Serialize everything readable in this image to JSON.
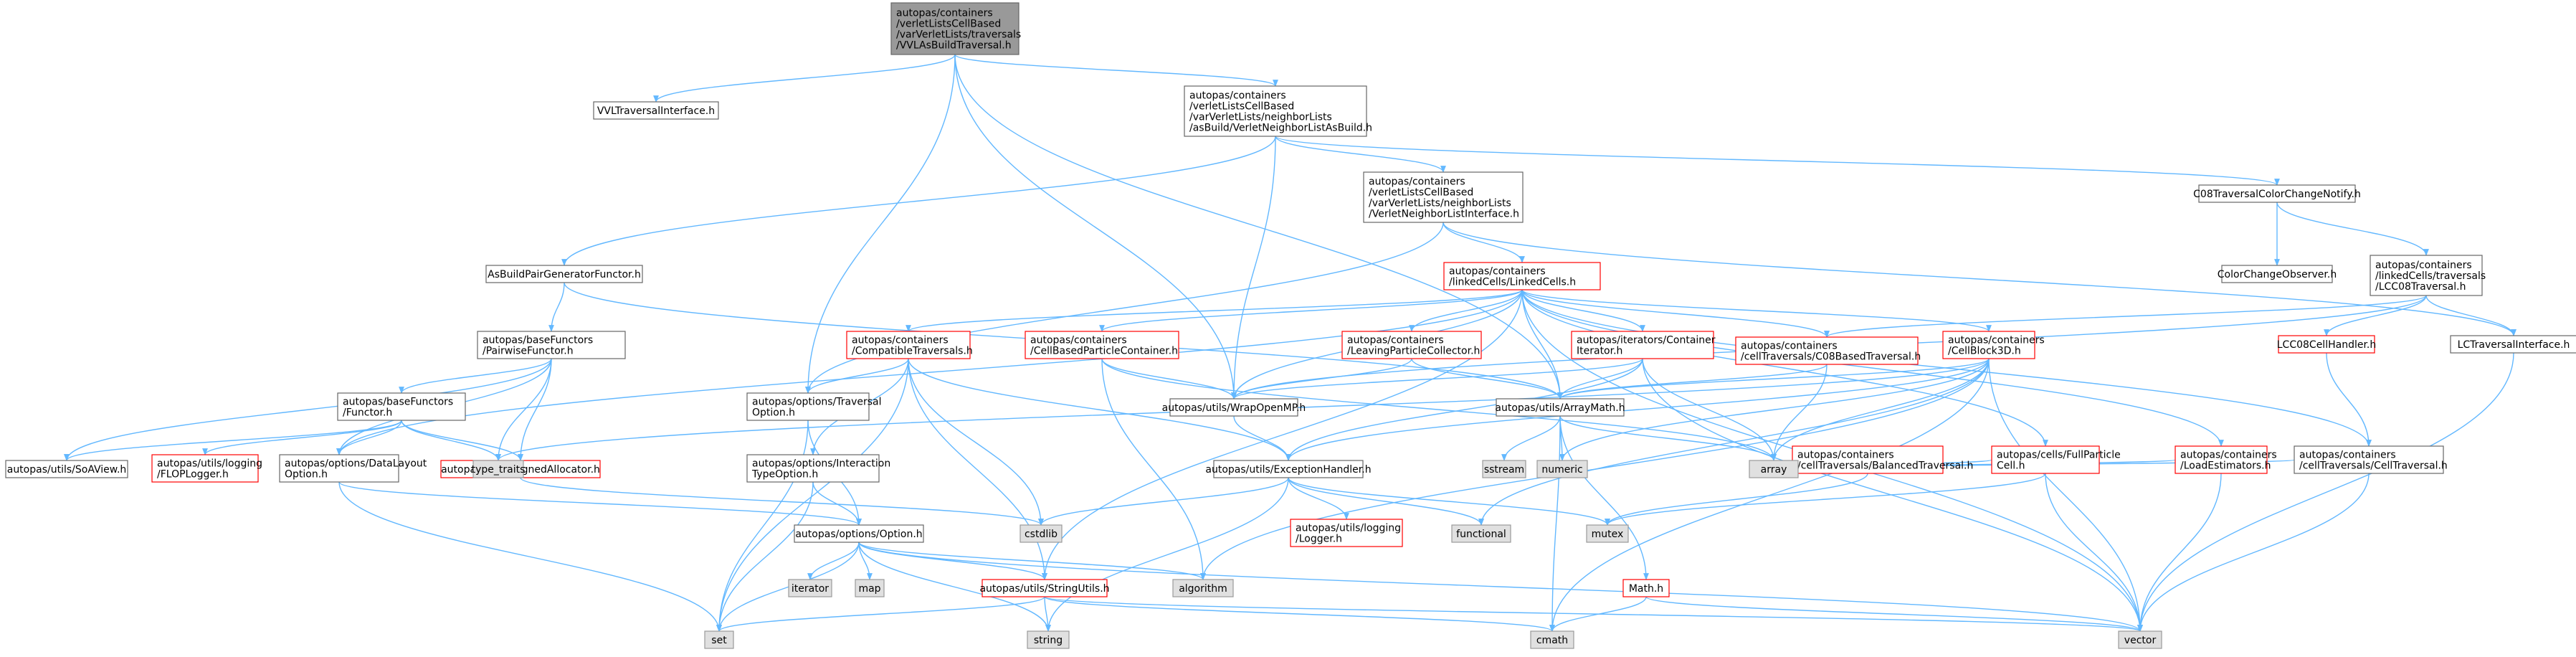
{
  "colors": {
    "edge": "#63b8ff",
    "root_fill": "#999999",
    "root_stroke": "#666666",
    "normal_fill": "#ffffff",
    "normal_stroke": "#666666",
    "truncated_stroke": "#ff0000",
    "system_fill": "#e0e0e0",
    "system_stroke": "#999999"
  },
  "nodes": [
    {
      "id": "root",
      "kind": "root",
      "lines": [
        "autopas/containers",
        "/verletListsCellBased",
        "/varVerletLists/traversals",
        "/VVLAsBuildTraversal.h"
      ]
    },
    {
      "id": "vvlti",
      "kind": "normal",
      "lines": [
        "VVLTraversalInterface.h"
      ]
    },
    {
      "id": "vnlab",
      "kind": "normal",
      "lines": [
        "autopas/containers",
        "/verletListsCellBased",
        "/varVerletLists/neighborLists",
        "/asBuild/VerletNeighborListAsBuild.h"
      ]
    },
    {
      "id": "vnli",
      "kind": "normal",
      "lines": [
        "autopas/containers",
        "/verletListsCellBased",
        "/varVerletLists/neighborLists",
        "/VerletNeighborListInterface.h"
      ]
    },
    {
      "id": "c08ccn",
      "kind": "normal",
      "lines": [
        "C08TraversalColorChangeNotify.h"
      ]
    },
    {
      "id": "cco",
      "kind": "normal",
      "lines": [
        "ColorChangeObserver.h"
      ]
    },
    {
      "id": "lc08t",
      "kind": "normal",
      "lines": [
        "autopas/containers",
        "/linkedCells/traversals",
        "/LCC08Traversal.h"
      ]
    },
    {
      "id": "abpgf",
      "kind": "normal",
      "lines": [
        "AsBuildPairGeneratorFunctor.h"
      ]
    },
    {
      "id": "lc",
      "kind": "truncated",
      "lines": [
        "autopas/containers",
        "/linkedCells/LinkedCells.h"
      ]
    },
    {
      "id": "pf",
      "kind": "normal",
      "lines": [
        "autopas/baseFunctors",
        "/PairwiseFunctor.h"
      ]
    },
    {
      "id": "ct",
      "kind": "truncated",
      "lines": [
        "autopas/containers",
        "/CompatibleTraversals.h"
      ]
    },
    {
      "id": "cbpc",
      "kind": "truncated",
      "lines": [
        "autopas/containers",
        "/CellBasedParticleContainer.h"
      ]
    },
    {
      "id": "lpc",
      "kind": "truncated",
      "lines": [
        "autopas/containers",
        "/LeavingParticleCollector.h"
      ]
    },
    {
      "id": "ici",
      "kind": "truncated",
      "lines": [
        "autopas/iterators/Container",
        "Iterator.h"
      ]
    },
    {
      "id": "c08bt",
      "kind": "truncated",
      "lines": [
        "autopas/containers",
        "/cellTraversals/C08BasedTraversal.h"
      ]
    },
    {
      "id": "cb3d",
      "kind": "truncated",
      "lines": [
        "autopas/containers",
        "/CellBlock3D.h"
      ]
    },
    {
      "id": "lc08ch",
      "kind": "truncated",
      "lines": [
        "LCC08CellHandler.h"
      ]
    },
    {
      "id": "lcti",
      "kind": "normal",
      "lines": [
        "LCTraversalInterface.h"
      ]
    },
    {
      "id": "func",
      "kind": "normal",
      "lines": [
        "autopas/baseFunctors",
        "/Functor.h"
      ]
    },
    {
      "id": "tro",
      "kind": "normal",
      "lines": [
        "autopas/options/Traversal",
        "Option.h"
      ]
    },
    {
      "id": "womp",
      "kind": "normal",
      "lines": [
        "autopas/utils/WrapOpenMP.h"
      ]
    },
    {
      "id": "am",
      "kind": "normal",
      "lines": [
        "autopas/utils/ArrayMath.h"
      ]
    },
    {
      "id": "cbt",
      "kind": "truncated",
      "lines": [
        "autopas/containers",
        "/cellTraversals/BalancedTraversal.h"
      ]
    },
    {
      "id": "fpc",
      "kind": "truncated",
      "lines": [
        "autopas/cells/FullParticle",
        "Cell.h"
      ]
    },
    {
      "id": "le",
      "kind": "truncated",
      "lines": [
        "autopas/containers",
        "/LoadEstimators.h"
      ]
    },
    {
      "id": "ctr",
      "kind": "normal",
      "lines": [
        "autopas/containers",
        "/cellTraversals/CellTraversal.h"
      ]
    },
    {
      "id": "soav",
      "kind": "normal",
      "lines": [
        "autopas/utils/SoAView.h"
      ]
    },
    {
      "id": "flog",
      "kind": "truncated",
      "lines": [
        "autopas/utils/logging",
        "/FLOPLogger.h"
      ]
    },
    {
      "id": "dlo",
      "kind": "normal",
      "lines": [
        "autopas/options/DataLayout",
        "Option.h"
      ]
    },
    {
      "id": "aa",
      "kind": "truncated",
      "lines": [
        "autopas/utils/AlignedAllocator.h"
      ]
    },
    {
      "id": "tt",
      "kind": "system",
      "lines": [
        "type_traits"
      ]
    },
    {
      "id": "ito",
      "kind": "normal",
      "lines": [
        "autopas/options/Interaction",
        "TypeOption.h"
      ]
    },
    {
      "id": "eh",
      "kind": "normal",
      "lines": [
        "autopas/utils/ExceptionHandler.h"
      ]
    },
    {
      "id": "sstream",
      "kind": "system",
      "lines": [
        "sstream"
      ]
    },
    {
      "id": "numeric",
      "kind": "system",
      "lines": [
        "numeric"
      ]
    },
    {
      "id": "array",
      "kind": "system",
      "lines": [
        "array"
      ]
    },
    {
      "id": "cstdlib",
      "kind": "system",
      "lines": [
        "cstdlib"
      ]
    },
    {
      "id": "functional",
      "kind": "system",
      "lines": [
        "functional"
      ]
    },
    {
      "id": "mutex",
      "kind": "system",
      "lines": [
        "mutex"
      ]
    },
    {
      "id": "opt",
      "kind": "normal",
      "lines": [
        "autopas/options/Option.h"
      ]
    },
    {
      "id": "logger",
      "kind": "truncated",
      "lines": [
        "autopas/utils/logging",
        "/Logger.h"
      ]
    },
    {
      "id": "iterator",
      "kind": "system",
      "lines": [
        "iterator"
      ]
    },
    {
      "id": "map",
      "kind": "system",
      "lines": [
        "map"
      ]
    },
    {
      "id": "su",
      "kind": "truncated",
      "lines": [
        "autopas/utils/StringUtils.h"
      ]
    },
    {
      "id": "algorithm",
      "kind": "system",
      "lines": [
        "algorithm"
      ]
    },
    {
      "id": "math",
      "kind": "truncated",
      "lines": [
        "Math.h"
      ]
    },
    {
      "id": "set",
      "kind": "system",
      "lines": [
        "set"
      ]
    },
    {
      "id": "string",
      "kind": "system",
      "lines": [
        "string"
      ]
    },
    {
      "id": "cmath",
      "kind": "system",
      "lines": [
        "cmath"
      ]
    },
    {
      "id": "vector",
      "kind": "system",
      "lines": [
        "vector"
      ]
    }
  ],
  "edges": [
    [
      "root",
      "vvlti"
    ],
    [
      "root",
      "vnlab"
    ],
    [
      "root",
      "tro"
    ],
    [
      "root",
      "womp"
    ],
    [
      "root",
      "am"
    ],
    [
      "vnlab",
      "abpgf"
    ],
    [
      "vnlab",
      "vnli"
    ],
    [
      "vnlab",
      "c08ccn"
    ],
    [
      "vnlab",
      "womp"
    ],
    [
      "vnli",
      "lc"
    ],
    [
      "vnli",
      "tro"
    ],
    [
      "vnli",
      "lcti"
    ],
    [
      "c08ccn",
      "cco"
    ],
    [
      "c08ccn",
      "lc08t"
    ],
    [
      "lc08t",
      "lc08ch"
    ],
    [
      "lc08t",
      "lcti"
    ],
    [
      "lc08t",
      "womp"
    ],
    [
      "lc08t",
      "c08bt"
    ],
    [
      "abpgf",
      "pf"
    ],
    [
      "abpgf",
      "am"
    ],
    [
      "lc",
      "ct"
    ],
    [
      "lc",
      "cbpc"
    ],
    [
      "lc",
      "lpc"
    ],
    [
      "lc",
      "ici"
    ],
    [
      "lc",
      "c08bt"
    ],
    [
      "lc",
      "cb3d"
    ],
    [
      "lc",
      "fpc"
    ],
    [
      "lc",
      "le"
    ],
    [
      "lc",
      "ctr"
    ],
    [
      "lc",
      "womp"
    ],
    [
      "lc",
      "am"
    ],
    [
      "lc",
      "dlo"
    ],
    [
      "lc",
      "su"
    ],
    [
      "lc",
      "vector"
    ],
    [
      "pf",
      "func"
    ],
    [
      "pf",
      "soav"
    ],
    [
      "pf",
      "aa"
    ],
    [
      "pf",
      "tt"
    ],
    [
      "pf",
      "dlo"
    ],
    [
      "func",
      "soav"
    ],
    [
      "func",
      "flog"
    ],
    [
      "func",
      "dlo"
    ],
    [
      "func",
      "aa"
    ],
    [
      "func",
      "tt"
    ],
    [
      "ct",
      "tro"
    ],
    [
      "ct",
      "ito"
    ],
    [
      "ct",
      "eh"
    ],
    [
      "ct",
      "set"
    ],
    [
      "ct",
      "su"
    ],
    [
      "ct",
      "cstdlib"
    ],
    [
      "cbpc",
      "womp"
    ],
    [
      "cbpc",
      "array"
    ],
    [
      "cbpc",
      "algorithm"
    ],
    [
      "lpc",
      "womp"
    ],
    [
      "lpc",
      "am"
    ],
    [
      "ici",
      "womp"
    ],
    [
      "ici",
      "am"
    ],
    [
      "ici",
      "eh"
    ],
    [
      "ici",
      "array"
    ],
    [
      "ici",
      "vector"
    ],
    [
      "cb3d",
      "am"
    ],
    [
      "cb3d",
      "array"
    ],
    [
      "cb3d",
      "vector"
    ],
    [
      "cb3d",
      "cmath"
    ],
    [
      "cb3d",
      "numeric"
    ],
    [
      "cb3d",
      "functional"
    ],
    [
      "cb3d",
      "eh"
    ],
    [
      "cb3d",
      "algorithm"
    ],
    [
      "cb3d",
      "tt"
    ],
    [
      "c08bt",
      "array"
    ],
    [
      "c08bt",
      "am"
    ],
    [
      "cbt",
      "array"
    ],
    [
      "cbt",
      "mutex"
    ],
    [
      "fpc",
      "array"
    ],
    [
      "fpc",
      "mutex"
    ],
    [
      "fpc",
      "vector"
    ],
    [
      "le",
      "array"
    ],
    [
      "le",
      "vector"
    ],
    [
      "ctr",
      "array"
    ],
    [
      "ctr",
      "vector"
    ],
    [
      "lc08ch",
      "ctr"
    ],
    [
      "lcti",
      "vector"
    ],
    [
      "tro",
      "opt"
    ],
    [
      "tro",
      "set"
    ],
    [
      "ito",
      "opt"
    ],
    [
      "ito",
      "set"
    ],
    [
      "womp",
      "eh"
    ],
    [
      "am",
      "array"
    ],
    [
      "am",
      "cmath"
    ],
    [
      "am",
      "numeric"
    ],
    [
      "am",
      "sstream"
    ],
    [
      "am",
      "math"
    ],
    [
      "eh",
      "cstdlib"
    ],
    [
      "eh",
      "functional"
    ],
    [
      "eh",
      "mutex"
    ],
    [
      "eh",
      "logger"
    ],
    [
      "eh",
      "string"
    ],
    [
      "dlo",
      "opt"
    ],
    [
      "dlo",
      "set"
    ],
    [
      "aa",
      "cstdlib"
    ],
    [
      "opt",
      "iterator"
    ],
    [
      "opt",
      "map"
    ],
    [
      "opt",
      "set"
    ],
    [
      "opt",
      "su"
    ],
    [
      "opt",
      "algorithm"
    ],
    [
      "opt",
      "string"
    ],
    [
      "opt",
      "vector"
    ],
    [
      "su",
      "set"
    ],
    [
      "su",
      "string"
    ],
    [
      "su",
      "cmath"
    ],
    [
      "su",
      "vector"
    ],
    [
      "math",
      "cmath"
    ],
    [
      "math",
      "vector"
    ]
  ]
}
